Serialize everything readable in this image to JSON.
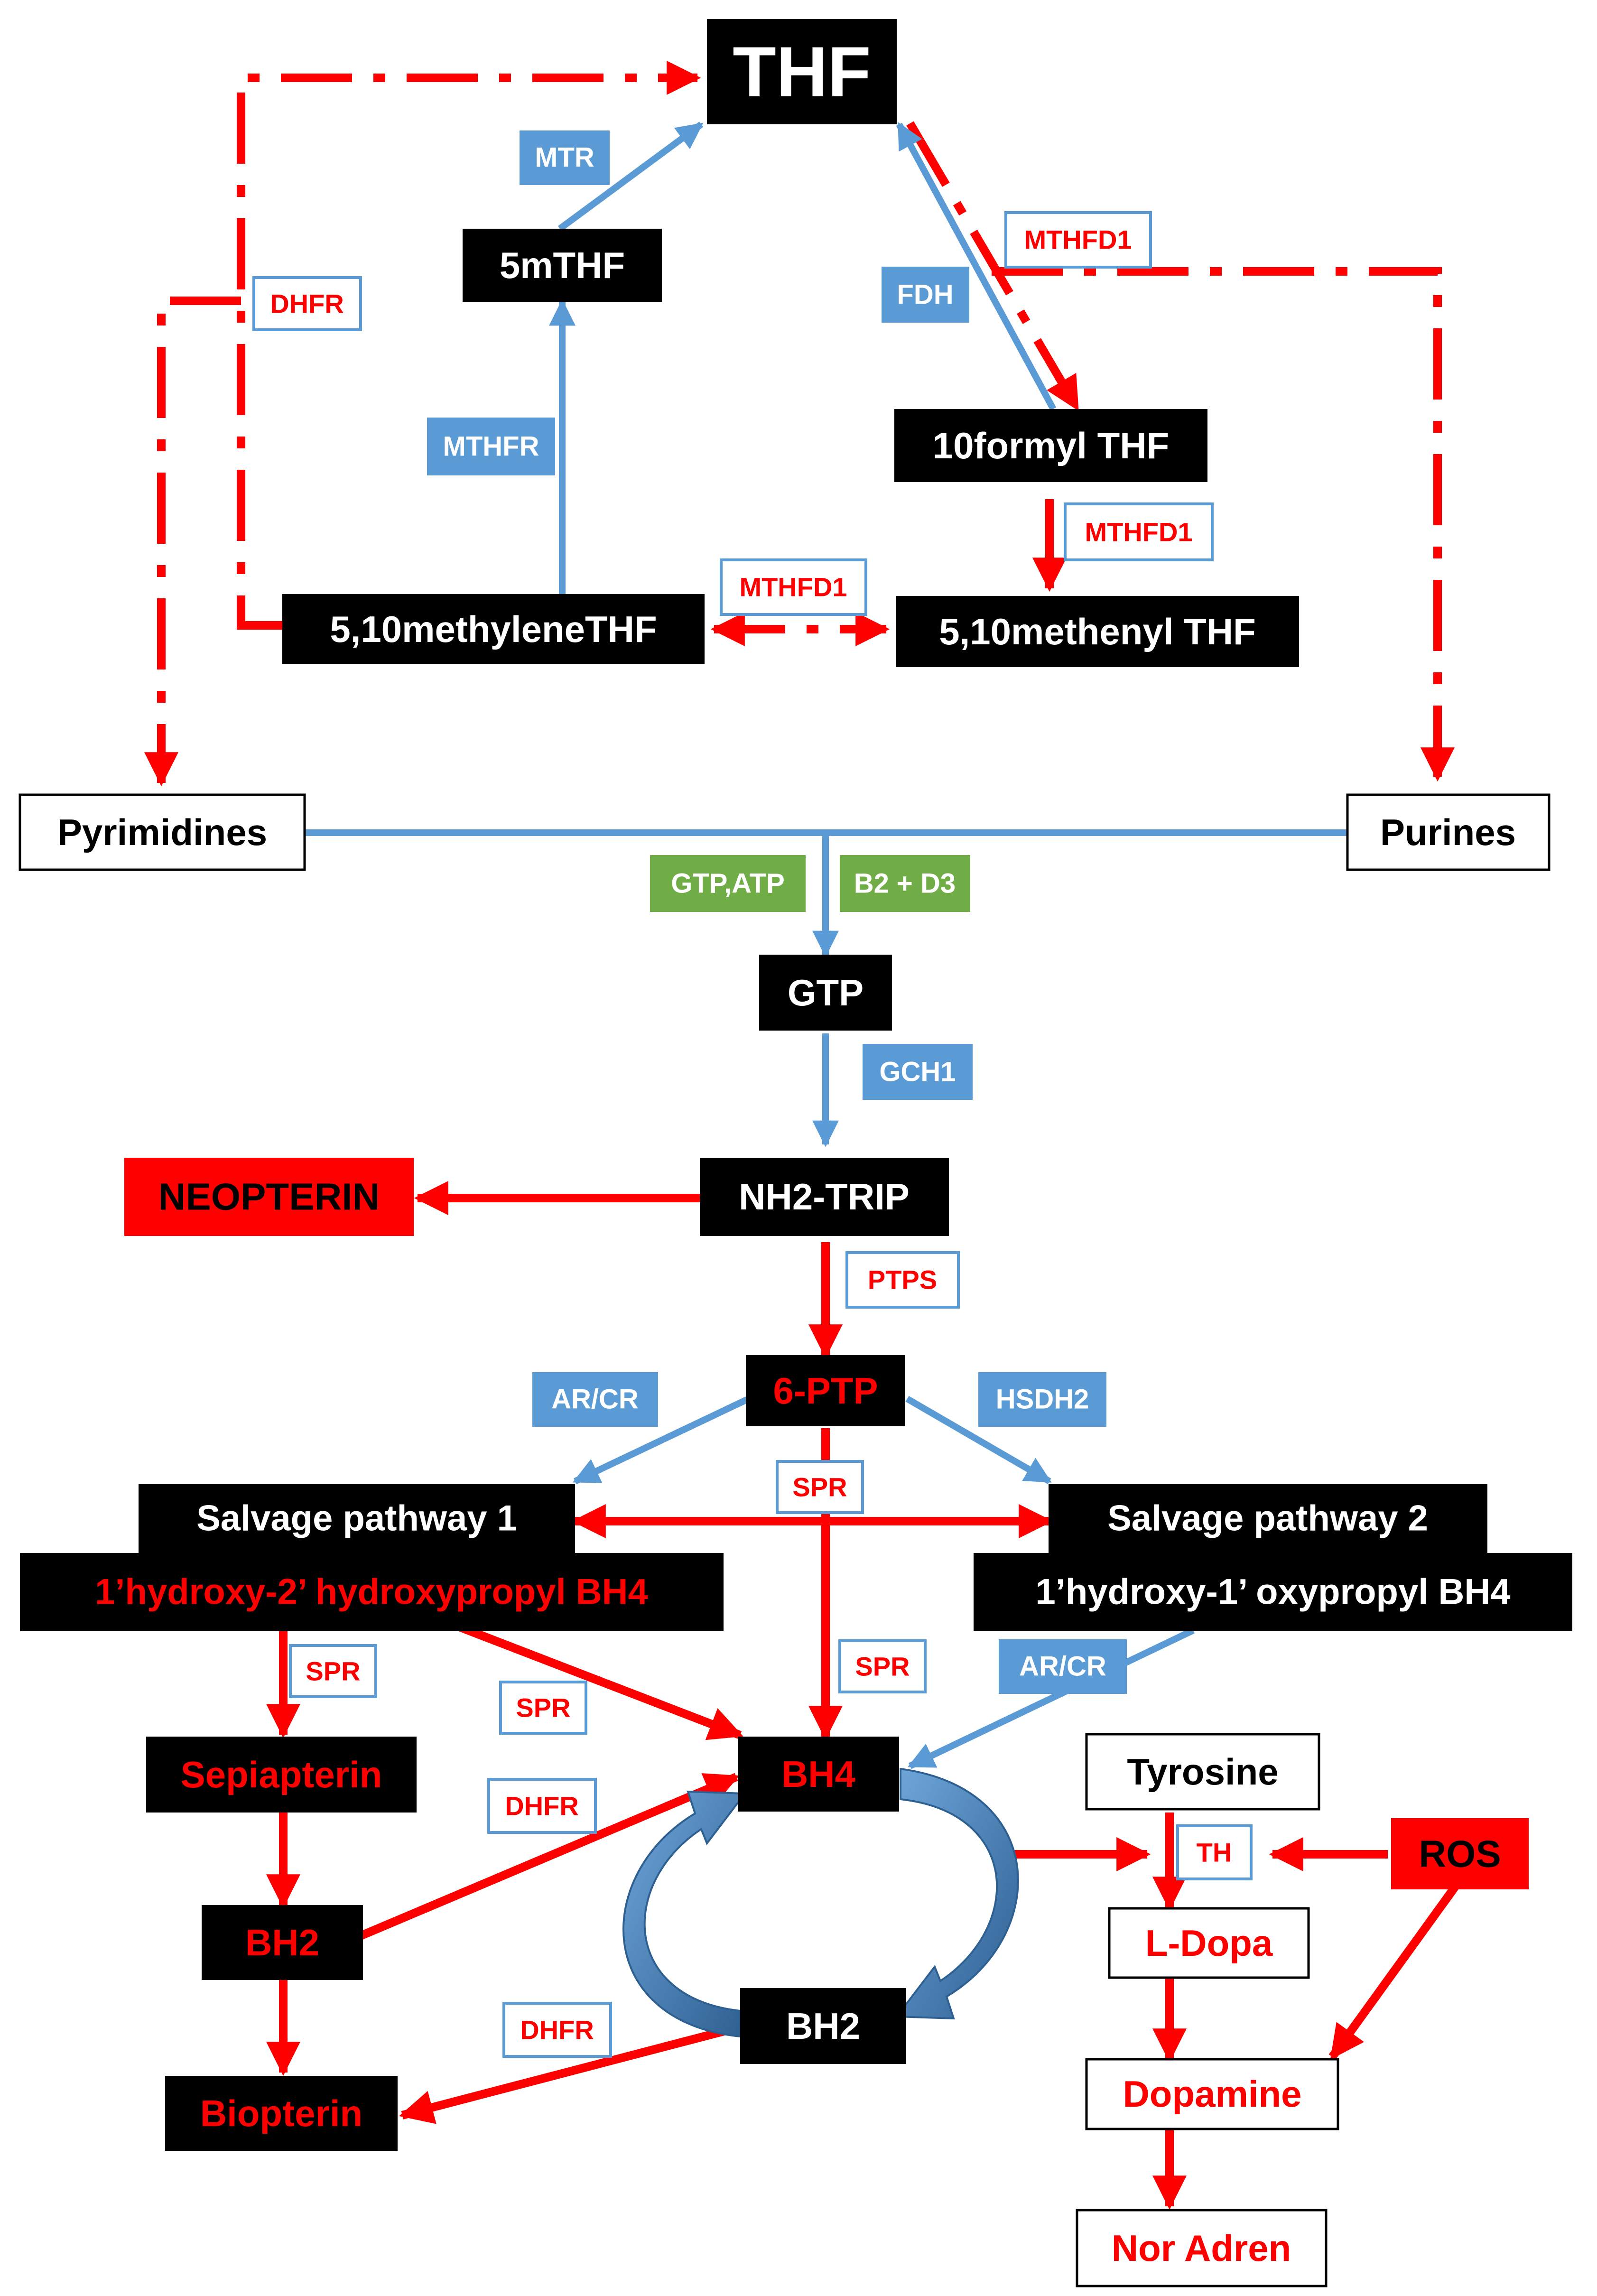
{
  "colors": {
    "red": "#ff0000",
    "blue": "#5b9bd5",
    "green": "#70ad47",
    "black": "#000000",
    "white": "#ffffff",
    "cycle_dark": "#2e5f91",
    "cycle_light": "#6fa6da"
  },
  "nodes": {
    "thf": "THF",
    "fivemthf": "5mTHF",
    "formyl": "10formyl THF",
    "methylene": "5,10methyleneTHF",
    "methenyl": "5,10methenyl THF",
    "pyrimidines": "Pyrimidines",
    "purines": "Purines",
    "gtp": "GTP",
    "neopterin": "NEOPTERIN",
    "nh2trip": "NH2-TRIP",
    "ptp": "6-PTP",
    "salvage1": "Salvage pathway 1",
    "salvage1_sub": "1’hydroxy-2’ hydroxypropyl BH4",
    "salvage2": "Salvage pathway 2",
    "salvage2_sub": "1’hydroxy-1’ oxypropyl BH4",
    "sepiapterin": "Sepiapterin",
    "bh2_left": "BH2",
    "biopterin": "Biopterin",
    "bh4": "BH4",
    "bh2_cycle": "BH2",
    "tyrosine": "Tyrosine",
    "ldopa": "L-Dopa",
    "dopamine": "Dopamine",
    "noradren": "Nor Adren",
    "ros": "ROS"
  },
  "enzymes": {
    "mtr": "MTR",
    "mthfr": "MTHFR",
    "fdh": "FDH",
    "mthfd1_top": "MTHFD1",
    "mthfd1_right": "MTHFD1",
    "mthfd1_mid": "MTHFD1",
    "dhfr_top": "DHFR",
    "gtpatp": "GTP,ATP",
    "b2d3": "B2 + D3",
    "gch1": "GCH1",
    "ptps": "PTPS",
    "arcr_left": "AR/CR",
    "hsdh2": "HSDH2",
    "spr_center": "SPR",
    "spr_left": "SPR",
    "spr_mid": "SPR",
    "spr_right": "SPR",
    "arcr_right": "AR/CR",
    "dhfr_mid": "DHFR",
    "dhfr_low": "DHFR",
    "th": "TH"
  }
}
